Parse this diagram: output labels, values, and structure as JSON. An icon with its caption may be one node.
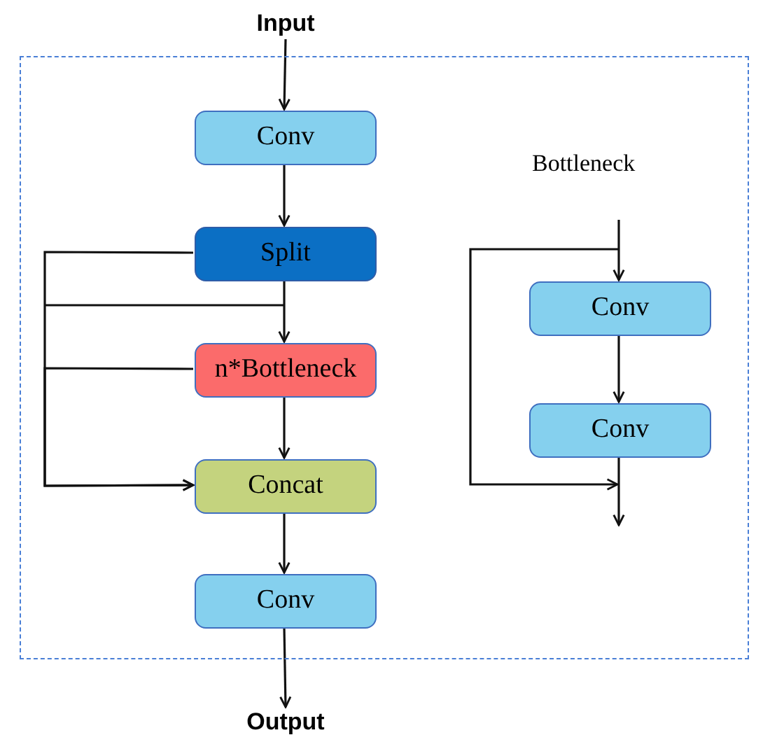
{
  "diagram": {
    "nodes": [
      {
        "text": [
          "Input"
        ]
      },
      {
        "text": [],
        "shape": "box"
      },
      {
        "text": [
          "Conv"
        ],
        "in": 1
      },
      {
        "text": [
          "Split"
        ],
        "in": 1
      },
      {
        "text": [
          "n*Bottleneck"
        ],
        "in": 1
      },
      {
        "text": [
          "Concat"
        ],
        "in": 1
      },
      {
        "text": [
          "Conv"
        ],
        "in": 1
      },
      {
        "text": [
          "Output"
        ]
      },
      {
        "text": [
          "Conv"
        ],
        "in": 1
      },
      {
        "text": [
          "Conv"
        ],
        "in": 1
      }
    ],
    "edges": [
      {
        "from": 0,
        "to": 2,
        "arrow": "to"
      },
      {
        "from": 2,
        "to": 3,
        "arrow": "to"
      },
      {
        "from": 3,
        "to": 4,
        "arrow": "to"
      },
      {
        "from": 3,
        "to": 5,
        "arrow": "to"
      },
      {
        "from": 4,
        "to": 5,
        "arrow": "to"
      },
      {
        "from": 4,
        "to": 5,
        "arrow": "to"
      },
      {
        "from": 5,
        "to": 6,
        "arrow": "to"
      },
      {
        "from": 6,
        "to": 7,
        "arrow": "to"
      },
      {
        "from": null,
        "to": 8,
        "arrow": "to"
      },
      {
        "from": 8,
        "to": 9,
        "arrow": "to"
      },
      {
        "from": 9,
        "to": null,
        "arrow": "to"
      }
    ],
    "labels": [
      "Bottleneck"
    ]
  }
}
